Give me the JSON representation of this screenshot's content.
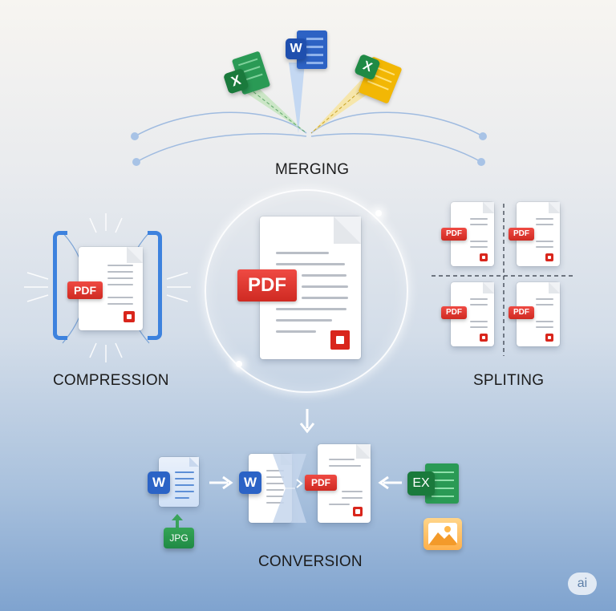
{
  "labels": {
    "merging": "MERGING",
    "compression": "COMPRESSION",
    "spliting": "SPLITING",
    "conversion": "CONVERSION"
  },
  "badges": {
    "pdf": "PDF",
    "word_letter": "W",
    "excel_letter": "X",
    "excel_ex": "EX",
    "jpg": "JPG",
    "ai": "ai"
  },
  "colors": {
    "pdf_red": "#d9261c",
    "word_blue": "#2b63c6",
    "excel_green": "#1f8a45",
    "sheets_yellow": "#f2b705",
    "accent_blue": "#3c7fe0"
  },
  "icons": [
    "excel-icon",
    "word-icon",
    "sheets-icon",
    "pdf-document-icon",
    "compress-bracket-icon",
    "image-icon",
    "arrow-icon",
    "ai-logo-icon"
  ]
}
